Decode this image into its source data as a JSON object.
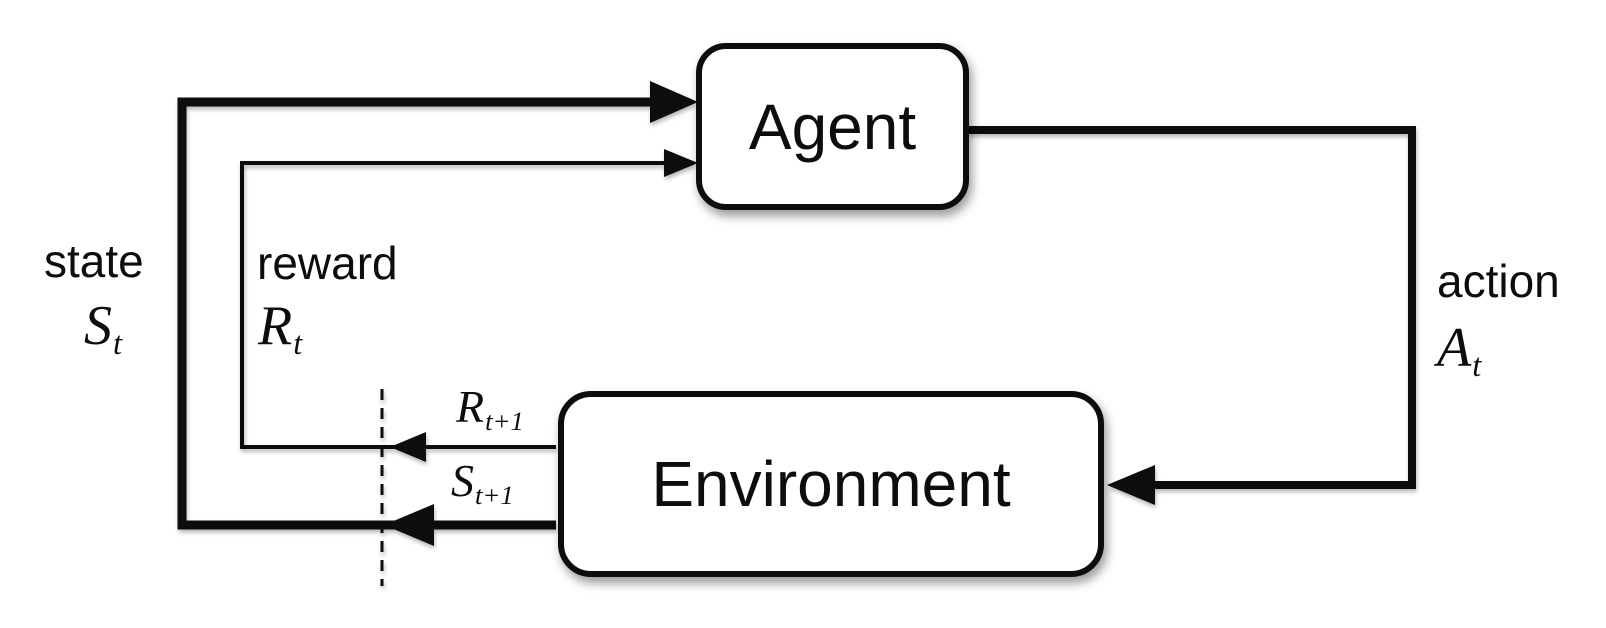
{
  "diagram": {
    "boxes": {
      "agent_label": "Agent",
      "environment_label": "Environment"
    },
    "signals": {
      "state": {
        "word": "state",
        "symbol": "S",
        "subscript": "t"
      },
      "reward": {
        "word": "reward",
        "symbol": "R",
        "subscript": "t"
      },
      "action": {
        "word": "action",
        "symbol": "A",
        "subscript": "t"
      },
      "next_reward": {
        "symbol": "R",
        "subscript": "t+1"
      },
      "next_state": {
        "symbol": "S",
        "subscript": "t+1"
      }
    },
    "colors": {
      "ink": "#0d0d0d",
      "background": "#ffffff"
    }
  }
}
